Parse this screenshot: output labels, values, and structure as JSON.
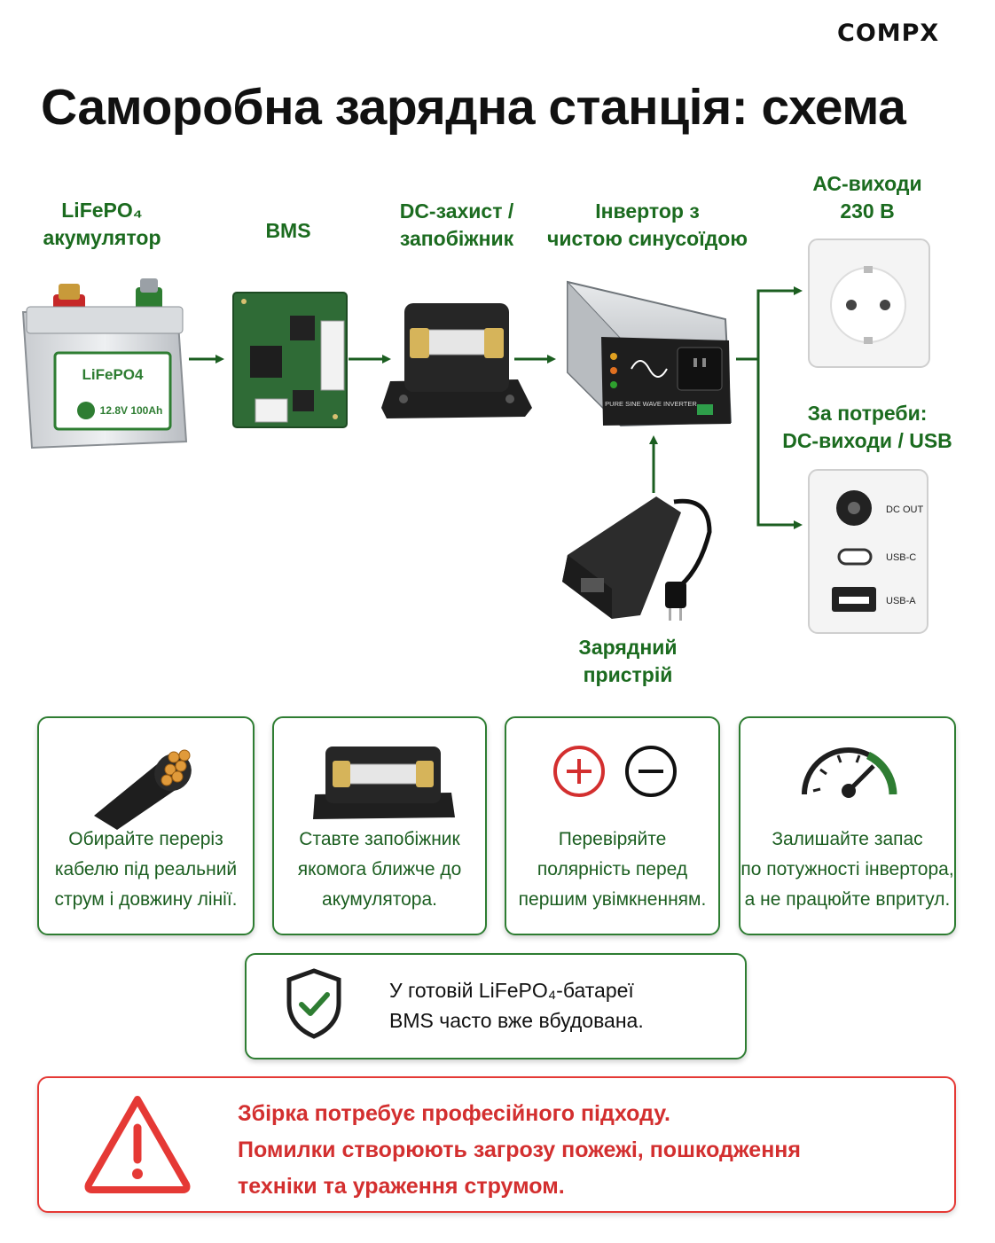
{
  "brand": {
    "logo": "COMPX"
  },
  "title": "Саморобна зарядна станція: схема",
  "diagram": {
    "battery_label": "LiFePO₄\nакумулятор",
    "battery_face_title": "LiFePO4",
    "battery_face_spec": "12.8V 100Ah",
    "bms_label": "BMS",
    "fuse_label": "DC-захист /\nзапобіжник",
    "inverter_label": "Інвертор з\nчистою синусоїдою",
    "inverter_caption": "PURE SINE WAVE INVERTER",
    "ac_label": "АС-виходи\n230 В",
    "dc_label": "За потреби:\nDC-виходи / USB",
    "dc_out": "DC OUT",
    "usb_c": "USB-C",
    "usb_a": "USB-A",
    "charger_label": "Зарядний\nпристрій"
  },
  "tips": [
    {
      "icon": "cable-icon",
      "text": "Обирайте переріз\nкабелю під реальний\nструм і довжину лінії."
    },
    {
      "icon": "fuse-icon",
      "text": "Ставте запобіжник\nякомога ближче до\nакумулятора."
    },
    {
      "icon": "polarity-icon",
      "text": "Перевіряйте\nполярність перед\nпершим увімкненням."
    },
    {
      "icon": "gauge-icon",
      "text": "Залишайте запас\nпо потужності інвертора,\nа не працюйте впритул."
    }
  ],
  "note": "У готовій LiFePO₄-батареї\nBMS часто вже вбудована.",
  "warning": "Збірка потребує професійного підходу.\nПомилки створюють загрозу пожежі, пошкодження\nтехніки та ураження струмом.",
  "colors": {
    "accent_green": "#2e7d32",
    "label_green": "#1b6b1f",
    "warning_red": "#d32f2f"
  }
}
